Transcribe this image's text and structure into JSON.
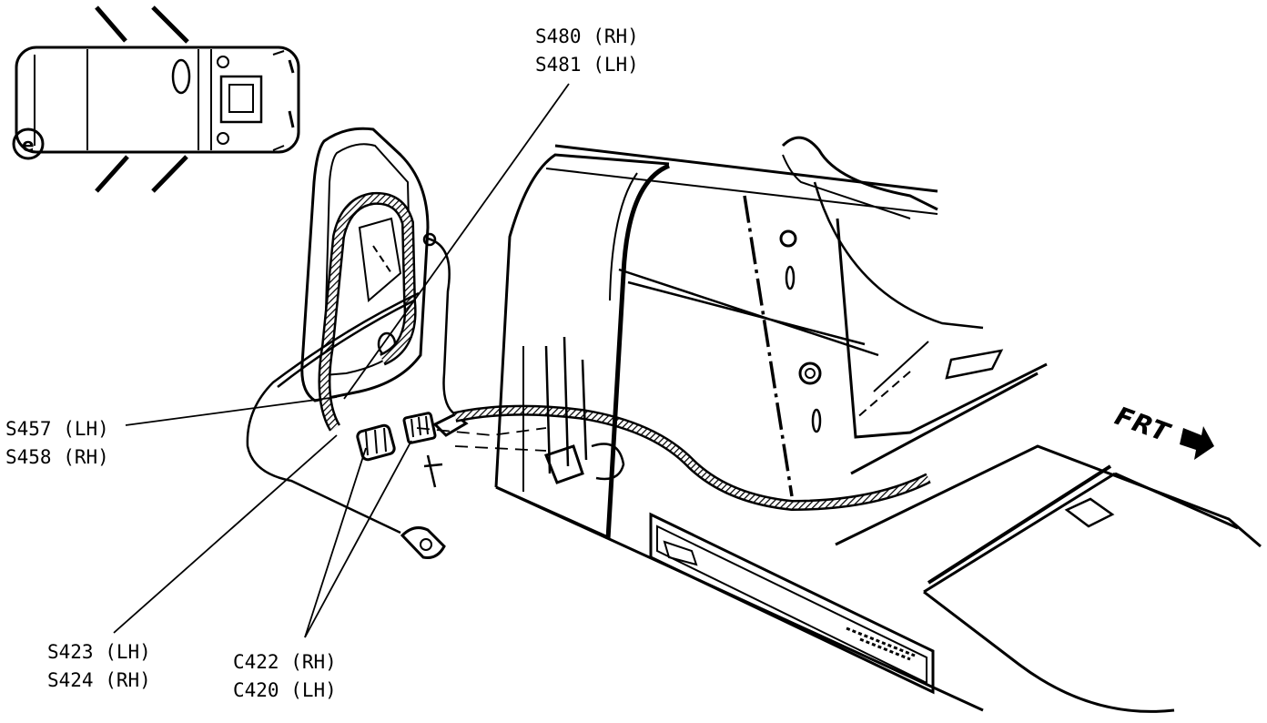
{
  "callouts": {
    "s480_s481": [
      "S480 (RH)",
      "S481 (LH)"
    ],
    "s457_s458": [
      "S457 (LH)",
      "S458 (RH)"
    ],
    "s423_s424": [
      "S423 (LH)",
      "S424 (RH)"
    ],
    "c422_c420": [
      "C422 (RH)",
      "C420 (LH)"
    ]
  },
  "direction_marker": "FRT",
  "colors": {
    "ink": "#000000",
    "paper": "#ffffff"
  }
}
